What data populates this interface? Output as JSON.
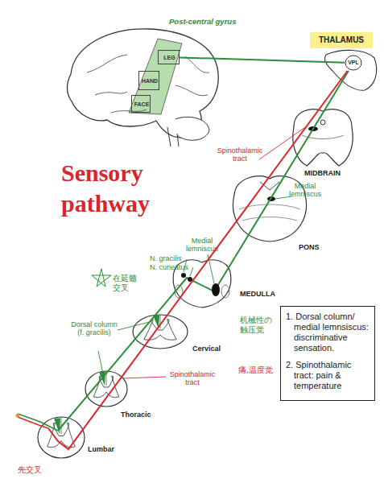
{
  "diagram": {
    "title": "Sensory pathway",
    "nodes": [
      {
        "text": [
          "Post-central gyrus"
        ]
      },
      {
        "text": [
          "LEG"
        ],
        "in": 0
      },
      {
        "text": [
          "HAND"
        ],
        "in": 0
      },
      {
        "text": [
          "FACE"
        ],
        "in": 0
      },
      {
        "text": [
          "THALAMUS"
        ]
      },
      {
        "text": [
          "VPL"
        ],
        "in": 4
      },
      {
        "text": [
          "MIDBRAIN"
        ]
      },
      {
        "text": [
          "PONS"
        ]
      },
      {
        "text": [
          "MEDULLA"
        ]
      },
      {
        "text": [
          "Cervical"
        ]
      },
      {
        "text": [
          "Thoracic"
        ]
      },
      {
        "text": [
          "Lumbar"
        ]
      },
      {
        "text": [
          "1. Dorsal column/ medial lemnsiscus: discriminative sensation.",
          "2. Spinothalamic tract: pain & temperature"
        ]
      }
    ],
    "edges": [
      {
        "from": 11,
        "to": 8,
        "arrow": "none"
      },
      {
        "from": 8,
        "to": 5,
        "arrow": "none"
      },
      {
        "from": 5,
        "to": 1,
        "arrow": "none"
      },
      {
        "from": 11,
        "to": 5,
        "arrow": "none"
      }
    ],
    "labels": [
      "Spinothalamic tract",
      "Medial lemniscus",
      "Medial lemniscus",
      "N. gracilis",
      "N. cuneatus",
      "Dorsal column (f. gracilis)",
      "Spinothalamic tract",
      "在延髓交叉",
      "机械性の触压觉",
      "痛,温度觉",
      "先交叉"
    ]
  }
}
